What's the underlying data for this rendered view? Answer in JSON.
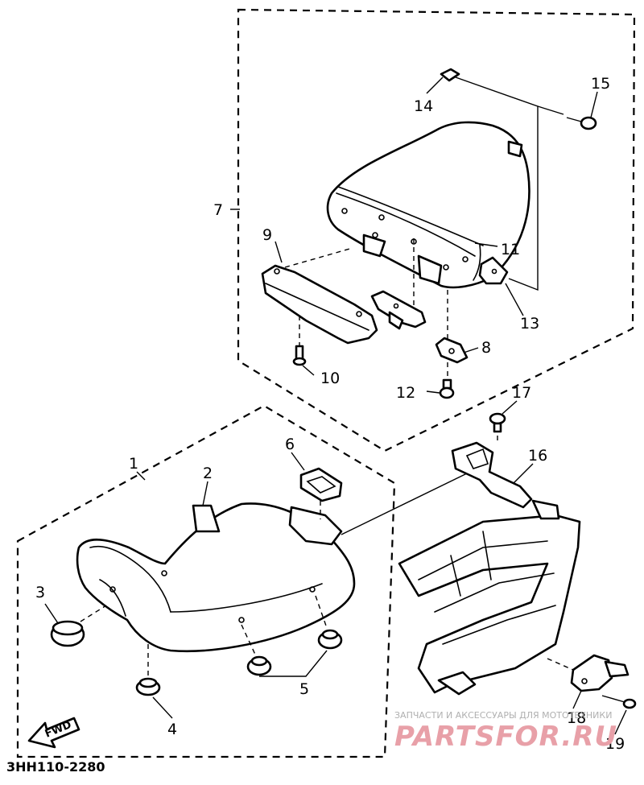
{
  "diagram": {
    "code": "3HH110-2280",
    "fwd_label": "FWD",
    "callouts": {
      "n1": "1",
      "n2": "2",
      "n3": "3",
      "n4": "4",
      "n5": "5",
      "n6": "6",
      "n7": "7",
      "n8": "8",
      "n9": "9",
      "n10": "10",
      "n11": "11",
      "n12": "12",
      "n13": "13",
      "n14": "14",
      "n15": "15",
      "n16": "16",
      "n17": "17",
      "n18": "18",
      "n19": "19"
    }
  },
  "watermark": {
    "tagline": "ЗАПЧАСТИ И АКСЕССУАРЫ ДЛЯ МОТОТЕХНИКИ",
    "brand": "PARTSFOR.RU",
    "color": "#e8a0a8"
  }
}
